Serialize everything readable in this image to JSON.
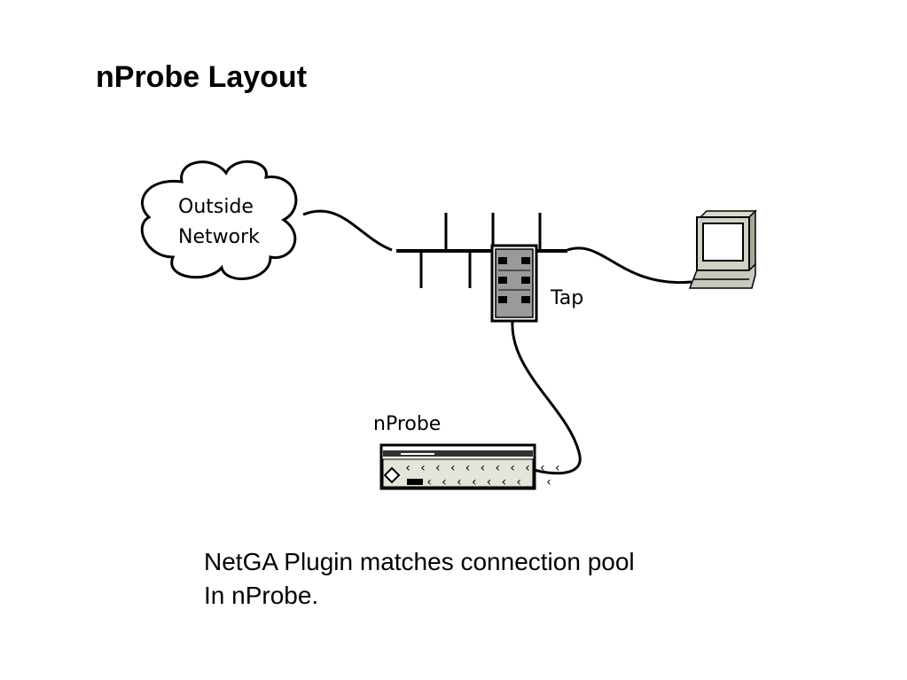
{
  "title": "nProbe Layout",
  "diagram": {
    "cloud_label_line1": "Outside",
    "cloud_label_line2": "Network",
    "tap_label": "Tap",
    "probe_label": "nProbe"
  },
  "caption": {
    "line1": "NetGA Plugin matches connection pool",
    "line2": "In nProbe."
  }
}
